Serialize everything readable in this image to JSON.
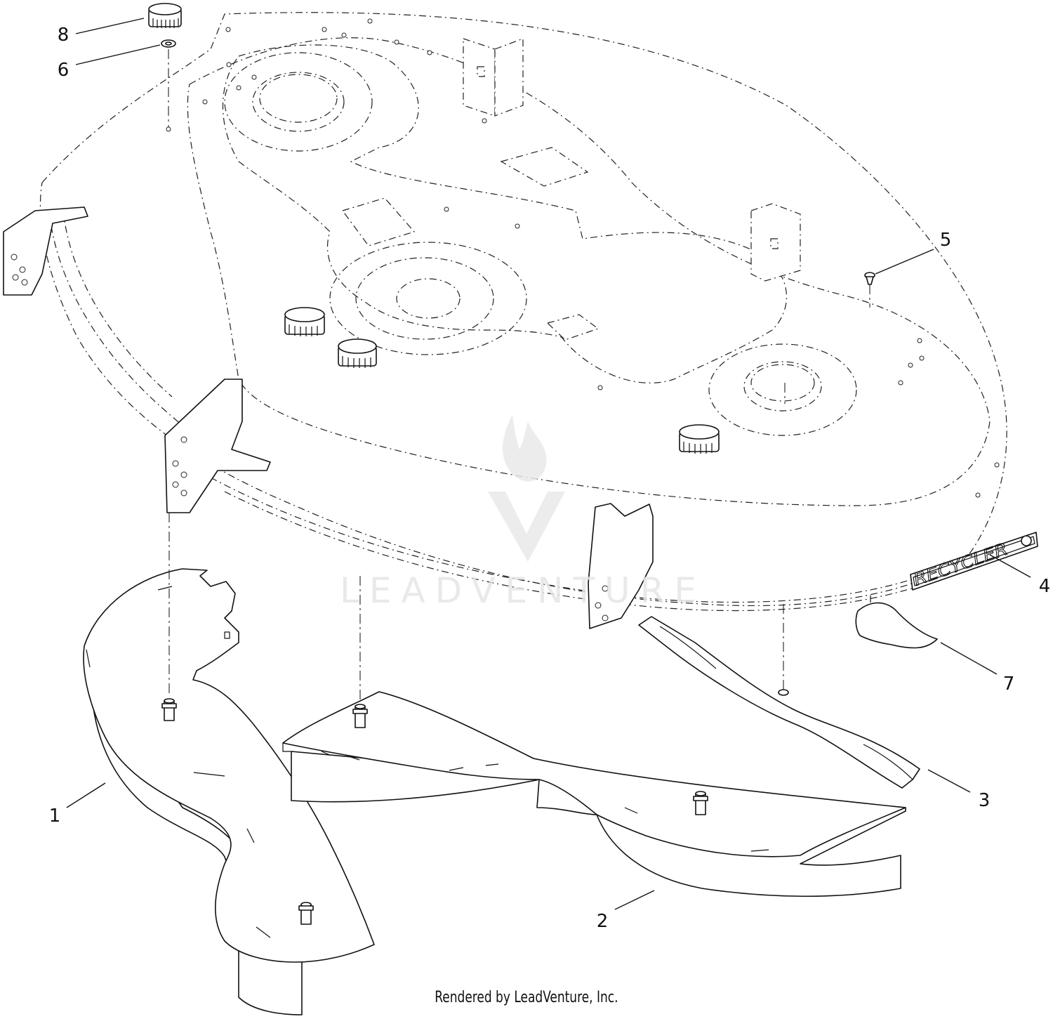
{
  "diagram": {
    "callouts": [
      {
        "id": "1",
        "label": "1"
      },
      {
        "id": "2",
        "label": "2"
      },
      {
        "id": "3",
        "label": "3"
      },
      {
        "id": "4",
        "label": "4"
      },
      {
        "id": "5",
        "label": "5"
      },
      {
        "id": "6",
        "label": "6"
      },
      {
        "id": "7",
        "label": "7"
      },
      {
        "id": "8",
        "label": "8"
      }
    ],
    "decal_text": "RECYCLER",
    "watermark_text": "LEADVENTURE",
    "footer_text": "Rendered by LeadVenture, Inc."
  }
}
